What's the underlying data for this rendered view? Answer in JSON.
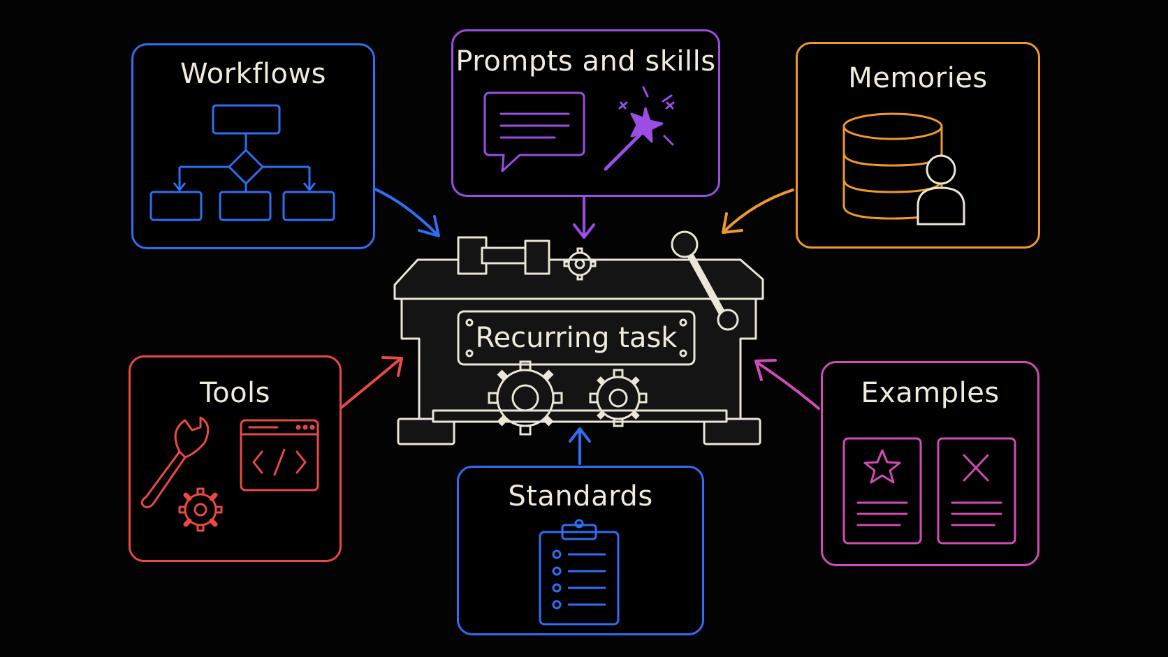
{
  "diagram": {
    "center": {
      "label": "Recurring task"
    },
    "nodes": {
      "workflows": {
        "title": "Workflows",
        "color": "#2f6ef5"
      },
      "prompts": {
        "title": "Prompts and skills",
        "color": "#9b4ee3"
      },
      "memories": {
        "title": "Memories",
        "color": "#f0992c"
      },
      "tools": {
        "title": "Tools",
        "color": "#ea4a42"
      },
      "standards": {
        "title": "Standards",
        "color": "#2f6ef5"
      },
      "examples": {
        "title": "Examples",
        "color": "#d24bb8"
      }
    },
    "chalk_color": "#ece6d6",
    "background": "#030303"
  }
}
